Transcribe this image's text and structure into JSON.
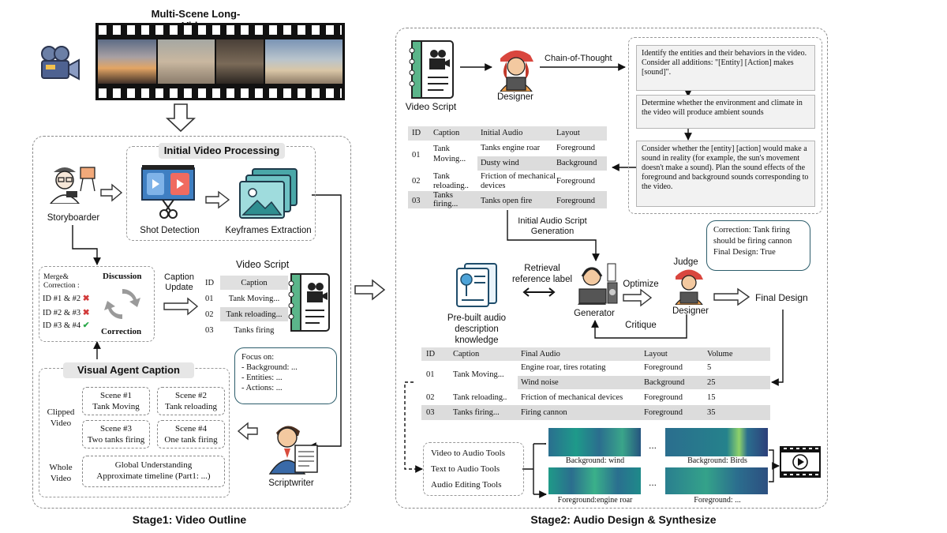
{
  "film_title": "Multi-Scene Long-Video",
  "stage1": {
    "label": "Stage1: Video Outline",
    "initial_processing": "Initial Video Processing",
    "storyboarder": "Storyboarder",
    "shot_detection": "Shot Detection",
    "keyframes": "Keyframes Extraction",
    "merge_title": "Merge& Correction :",
    "merge_rows": [
      "ID #1 & #2",
      "ID #2 & #3",
      "ID #3 & #4"
    ],
    "discussion": "Discussion",
    "correction": "Correction",
    "caption_update": "Caption Update",
    "video_script_title": "Video Script",
    "script_table": {
      "headers": [
        "ID",
        "Caption"
      ],
      "rows": [
        [
          "01",
          "Tank Moving..."
        ],
        [
          "02",
          "Tank reloading..."
        ],
        [
          "03",
          "Tanks firing"
        ]
      ]
    },
    "visual_agent": "Visual Agent Caption",
    "clipped_video": "Clipped Video",
    "scenes": [
      {
        "num": "Scene #1",
        "desc": "Tank Moving"
      },
      {
        "num": "Scene #2",
        "desc": "Tank reloading"
      },
      {
        "num": "Scene #3",
        "desc": "Two tanks firing"
      },
      {
        "num": "Scene #4",
        "desc": "One tank firing"
      }
    ],
    "whole_video": "Whole Video",
    "global_understanding": "Global Understanding",
    "approx_timeline": "Approximate timeline (Part1: ...)",
    "focus_bubble": [
      "Focus on:",
      "- Background: ...",
      "- Entities: ...",
      "- Actions: ..."
    ],
    "scriptwriter": "Scriptwriter"
  },
  "stage2": {
    "label": "Stage2: Audio Design & Synthesize",
    "video_script": "Video Script",
    "designer": "Designer",
    "chain_of_thought": "Chain-of-Thought",
    "cot_boxes": [
      "Identify the entities and their behaviors in the video. Consider all additions: \"[Entity] [Action] makes [sound]\".",
      "Determine whether the environment and climate in the video will produce ambient sounds",
      "Consider whether the [entity] [action] would make a sound in reality (for example, the sun's movement doesn't make a sound). Plan the sound effects of the foreground and background sounds corresponding to the video."
    ],
    "initial_table": {
      "headers": [
        "ID",
        "Caption",
        "Initial Audio",
        "Layout"
      ],
      "rows": [
        {
          "id": "01",
          "caption": "Tank Moving...",
          "audio": [
            "Tanks engine roar",
            "Dusty wind"
          ],
          "layout": [
            "Foreground",
            "Background"
          ]
        },
        {
          "id": "02",
          "caption": "Tank reloading..",
          "audio": [
            "Friction of mechanical devices"
          ],
          "layout": [
            "Foreground"
          ]
        },
        {
          "id": "03",
          "caption": "Tanks firing...",
          "audio": [
            "Tanks open fire"
          ],
          "layout": [
            "Foreground"
          ]
        }
      ]
    },
    "initial_audio_gen": "Initial Audio Script Generation",
    "knowledge": "Pre-built audio description knowledge",
    "retrieval": "Retrieval reference label",
    "generator": "Generator",
    "optimize": "Optimize",
    "critique": "Critique",
    "judge": "Judge",
    "judge_designer": "Designer",
    "judge_bubble": [
      "Correction: Tank firing should be firing cannon",
      "Final Design:  True"
    ],
    "final_design": "Final Design",
    "final_table": {
      "headers": [
        "ID",
        "Caption",
        "Final Audio",
        "Layout",
        "Volume"
      ],
      "rows": [
        {
          "id": "01",
          "caption": "Tank Moving...",
          "audio": [
            "Engine roar, tires rotating",
            "Wind noise"
          ],
          "layout": [
            "Foreground",
            "Background"
          ],
          "volume": [
            "5",
            "25"
          ]
        },
        {
          "id": "02",
          "caption": "Tank reloading..",
          "audio": [
            "Friction of mechanical devices"
          ],
          "layout": [
            "Foreground"
          ],
          "volume": [
            "15"
          ]
        },
        {
          "id": "03",
          "caption": "Tanks firing...",
          "audio": [
            "Firing cannon"
          ],
          "layout": [
            "Foreground"
          ],
          "volume": [
            "35"
          ]
        }
      ]
    },
    "tools": [
      "Video to Audio Tools",
      "Text to Audio Tools",
      "Audio Editing Tools"
    ],
    "spectrograms": [
      "Background: wind",
      "Background: Birds",
      "Foreground:engine roar",
      "Foreground: ..."
    ],
    "ellipsis": "..."
  }
}
